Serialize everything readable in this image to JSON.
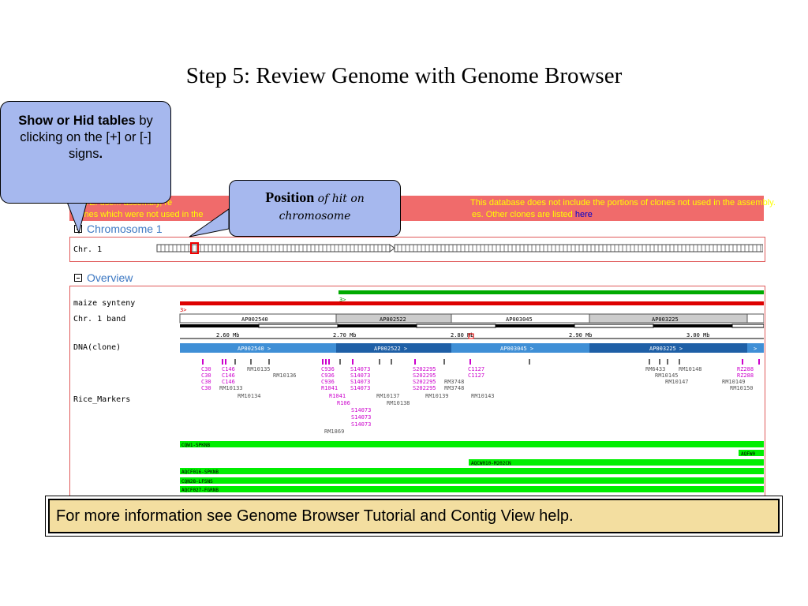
{
  "slide": {
    "title": "Step 5: Review Genome with Genome Browser"
  },
  "banner": {
    "left_line1": "NOTE: use... assembly, re",
    "left_line2": "Clones which were not used in the",
    "right_line1": "This database does not include the portions of clones not used in the assembly.",
    "right_line2": "es. Other clones are listed",
    "link": "here"
  },
  "chromosome_section": {
    "title": "Chromosome 1",
    "row_label": "Chr. 1"
  },
  "overview_section": {
    "title": "Overview",
    "track_labels": [
      "maize synteny",
      "Chr. 1 band",
      "DNA(clone)",
      "Rice_Markers"
    ],
    "synteny_marks": [
      "3>",
      "3>"
    ],
    "bands": [
      "AP002540",
      "AP002522",
      "AP003045",
      "AP003225"
    ],
    "scale": [
      "2.60 Mb",
      "2.70 Mb",
      "2.80 Mb",
      "2.90 Mb",
      "3.00 Mb"
    ],
    "clones": [
      "AP002540 >",
      "AP002522 >",
      "AP003045 >",
      "AP003225 >",
      ">"
    ],
    "markers": [
      {
        "text": "C30",
        "color": "#cc00cc"
      },
      {
        "text": "C146",
        "color": "#cc00cc"
      },
      {
        "text": "RM10135",
        "color": "#555555"
      },
      {
        "text": "C30",
        "color": "#cc00cc"
      },
      {
        "text": "C146",
        "color": "#cc00cc"
      },
      {
        "text": "RM10136",
        "color": "#555555"
      },
      {
        "text": "C30",
        "color": "#cc00cc"
      },
      {
        "text": "C146",
        "color": "#cc00cc"
      },
      {
        "text": "C30",
        "color": "#cc00cc"
      },
      {
        "text": "RM10133",
        "color": "#555555"
      },
      {
        "text": "RM10134",
        "color": "#555555"
      },
      {
        "text": "C936",
        "color": "#cc00cc"
      },
      {
        "text": "S14073",
        "color": "#cc00cc"
      },
      {
        "text": "C936",
        "color": "#cc00cc"
      },
      {
        "text": "S14073",
        "color": "#cc00cc"
      },
      {
        "text": "C936",
        "color": "#cc00cc"
      },
      {
        "text": "S14073",
        "color": "#cc00cc"
      },
      {
        "text": "R1041",
        "color": "#cc00cc"
      },
      {
        "text": "S14073",
        "color": "#cc00cc"
      },
      {
        "text": "R1041",
        "color": "#cc00cc"
      },
      {
        "text": "R106",
        "color": "#cc00cc"
      },
      {
        "text": "RM10137",
        "color": "#555555"
      },
      {
        "text": "RM10138",
        "color": "#555555"
      },
      {
        "text": "S14073",
        "color": "#cc00cc"
      },
      {
        "text": "S14073",
        "color": "#cc00cc"
      },
      {
        "text": "S14073",
        "color": "#cc00cc"
      },
      {
        "text": "RM1869",
        "color": "#555555"
      },
      {
        "text": "S202295",
        "color": "#cc00cc"
      },
      {
        "text": "S202295",
        "color": "#cc00cc"
      },
      {
        "text": "S202295",
        "color": "#cc00cc"
      },
      {
        "text": "RM3748",
        "color": "#555555"
      },
      {
        "text": "S202295",
        "color": "#cc00cc"
      },
      {
        "text": "RM3748",
        "color": "#555555"
      },
      {
        "text": "RM10139",
        "color": "#555555"
      },
      {
        "text": "C1127",
        "color": "#cc00cc"
      },
      {
        "text": "C1127",
        "color": "#cc00cc"
      },
      {
        "text": "RM10143",
        "color": "#555555"
      },
      {
        "text": "RM6433",
        "color": "#555555"
      },
      {
        "text": "RM10148",
        "color": "#555555"
      },
      {
        "text": "RM10145",
        "color": "#555555"
      },
      {
        "text": "RM10147",
        "color": "#555555"
      },
      {
        "text": "RZ288",
        "color": "#cc00cc"
      },
      {
        "text": "RZ288",
        "color": "#cc00cc"
      },
      {
        "text": "RM10149",
        "color": "#555555"
      },
      {
        "text": "RM10150",
        "color": "#555555"
      }
    ],
    "green_features": [
      "CQW1-SPKNB",
      "AQFW0",
      "AQCW010-M202CN",
      "AQCF016-SPKNB",
      "CQN28-LFSNS",
      "AQCF027-FGRNB"
    ]
  },
  "callouts": {
    "show_hide": {
      "bold": "Show or Hid tables",
      "rest": " by clicking on the [+] or [-] signs",
      "end": "."
    },
    "position": {
      "bold": "Position",
      "rest": " of hit on chromosome"
    }
  },
  "info": {
    "text": "For more information see Genome Browser Tutorial and Contig View help."
  },
  "colors": {
    "callout": "#a6b8ee",
    "info_bg": "#f3dea0",
    "banner": "#f06b6b",
    "panel_border": "#e05a5a",
    "green": "#00ee00",
    "clone_blue": "#2d7fc4",
    "marker_magenta": "#cc00cc"
  }
}
